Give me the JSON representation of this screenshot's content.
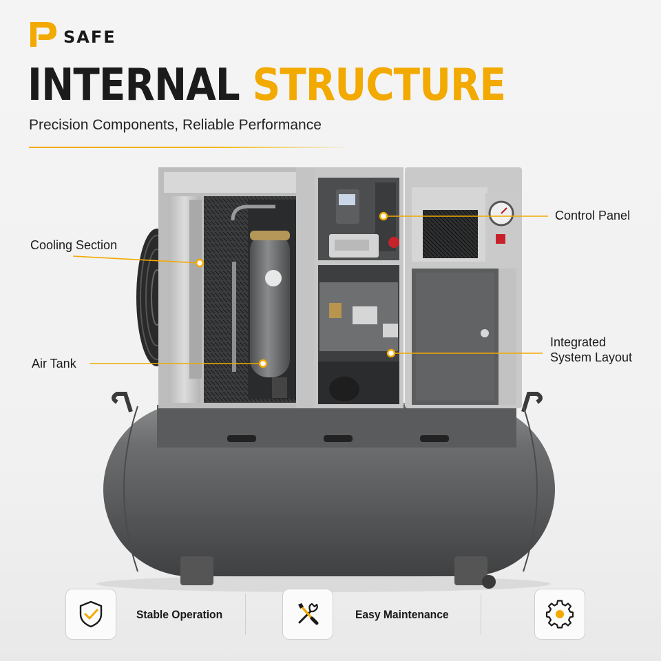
{
  "brand": {
    "name": "SAFE",
    "logo_color": "#f2a900"
  },
  "header": {
    "title_dark": "INTERNAL",
    "title_accent": "STRUCTURE",
    "subtitle": "Precision Components, Reliable Performance"
  },
  "callouts": {
    "cooling": "Cooling Section",
    "air_tank": "Air Tank",
    "control_panel": "Control Panel",
    "integrated_line1": "Integrated",
    "integrated_line2": "System Layout"
  },
  "features": [
    {
      "label": "Stable Operation",
      "icon": "shield-check-icon"
    },
    {
      "label": "Easy Maintenance",
      "icon": "tools-icon"
    },
    {
      "label": "",
      "icon": "gear-icon"
    }
  ],
  "colors": {
    "accent": "#f2a900",
    "dark": "#1b1b1b",
    "machine_gray": "#5f6061",
    "panel_light": "#c9c9c9"
  }
}
